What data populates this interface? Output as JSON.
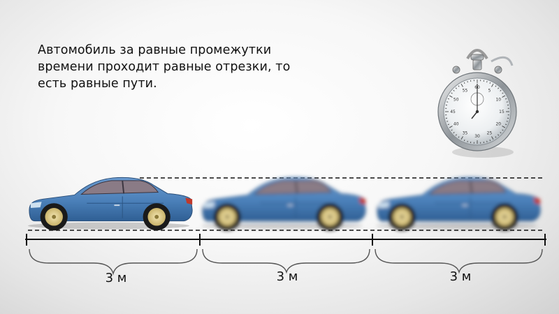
{
  "caption": "Автомобиль за равные промежутки\nвремени проходит равные отрезки, то\nесть равные пути.",
  "segments": [
    {
      "label": "3 м"
    },
    {
      "label": "3 м"
    },
    {
      "label": "3 м"
    }
  ],
  "stopwatch": {
    "dial_numbers": [
      "60",
      "5",
      "10",
      "15",
      "20",
      "25",
      "30",
      "35",
      "40",
      "45",
      "50",
      "55"
    ]
  },
  "cars": [
    {
      "state": "sharp"
    },
    {
      "state": "blurred"
    },
    {
      "state": "blurred"
    }
  ],
  "colors": {
    "car_body": "#4a7fb8",
    "car_body_dark": "#2f5f94",
    "window": "#8a7b86",
    "wheel_rim": "#e8d79a",
    "tire": "#1a1a1a",
    "headlight": "#cde0ef",
    "taillight": "#c0392b",
    "line": "#111111"
  }
}
